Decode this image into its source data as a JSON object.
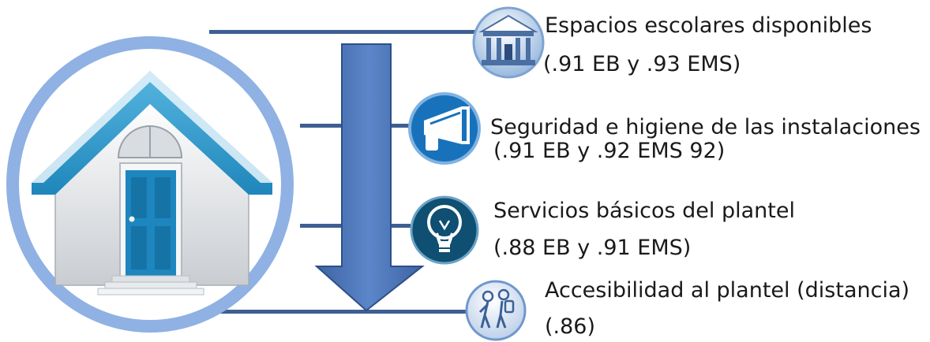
{
  "items": [
    {
      "icon": "school-building-icon",
      "title": "Espacios escolares disponibles",
      "detail": "(.91 EB y .93 EMS)"
    },
    {
      "icon": "megaphone-icon",
      "title": "Seguridad e higiene de las instalaciones",
      "detail": "(.91 EB y .92 EMS 92)"
    },
    {
      "icon": "light-bulb-icon",
      "title": "Servicios básicos del plantel",
      "detail": "(.88 EB y .91 EMS)"
    },
    {
      "icon": "students-walking-icon",
      "title": "Accesibilidad al plantel (distancia)",
      "detail": "(.86)"
    }
  ],
  "colors": {
    "connector": "#3e5f92",
    "arrow": "#4a74b6",
    "ring": "#8fb1e3",
    "roof": "#2a93c4",
    "door": "#1e86bf"
  }
}
